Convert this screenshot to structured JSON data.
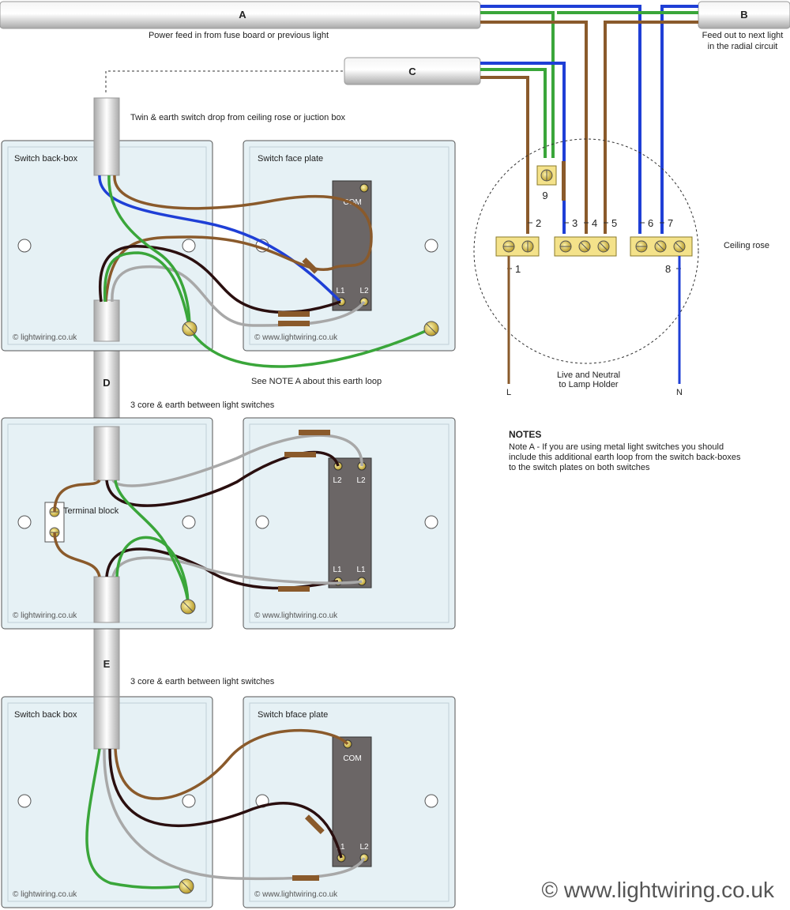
{
  "cables": {
    "A": {
      "label": "A",
      "caption": "Power feed in from fuse board or previous light"
    },
    "B": {
      "label": "B",
      "caption_line1": "Feed out to next light",
      "caption_line2": "in the radial circuit"
    },
    "C_top": {
      "label": "C"
    },
    "C": {
      "label": "C",
      "caption": "Twin & earth switch drop from ceiling rose or juction box"
    },
    "D": {
      "label": "D",
      "caption": "3 core & earth between light switches"
    },
    "E": {
      "label": "E",
      "caption": "3 core & earth between light switches"
    }
  },
  "ceiling_rose": {
    "label": "Ceiling rose",
    "terminals": [
      "1",
      "2",
      "3",
      "4",
      "5",
      "6",
      "7",
      "8",
      "9"
    ],
    "outputs": {
      "live": "L",
      "neutral": "N"
    },
    "caption_line1": "Live and Neutral",
    "caption_line2": "to Lamp Holder"
  },
  "switch1": {
    "backbox_label": "Switch back-box",
    "faceplate_label": "Switch face plate",
    "terminals": {
      "com": "COM",
      "l1": "L1",
      "l2": "L2"
    },
    "copyright_box": "© lightwiring.co.uk",
    "copyright_plate": "© www.lightwiring.co.uk",
    "earth_note": "See NOTE A about this earth loop"
  },
  "switch2": {
    "terminal_block": "Terminal block",
    "terminals": {
      "l2a": "L2",
      "l2b": "L2",
      "l1a": "L1",
      "l1b": "L1"
    },
    "copyright_box": "© lightwiring.co.uk",
    "copyright_plate": "© www.lightwiring.co.uk"
  },
  "switch3": {
    "backbox_label": "Switch back box",
    "faceplate_label": "Switch bface plate",
    "terminals": {
      "com": "COM",
      "l1": "L1",
      "l2": "L2"
    },
    "copyright_box": "© lightwiring.co.uk",
    "copyright_plate": "© www.lightwiring.co.uk"
  },
  "notes": {
    "title": "NOTES",
    "line1": "Note A - If you are using metal light switches you should",
    "line2": "include this additional earth loop from the switch back-boxes",
    "line3": "to the switch plates on both switches"
  },
  "footer": {
    "copyright": "© www.lightwiring.co.uk"
  },
  "colors": {
    "brown": "#8a5a2b",
    "blue": "#1f3fd6",
    "green": "#3aa63a",
    "black": "#2a0f0f",
    "grey": "#a8a8a8",
    "plate": "#e6f1f5",
    "switch": "#6b6666",
    "cable": "#d0d0d0"
  }
}
